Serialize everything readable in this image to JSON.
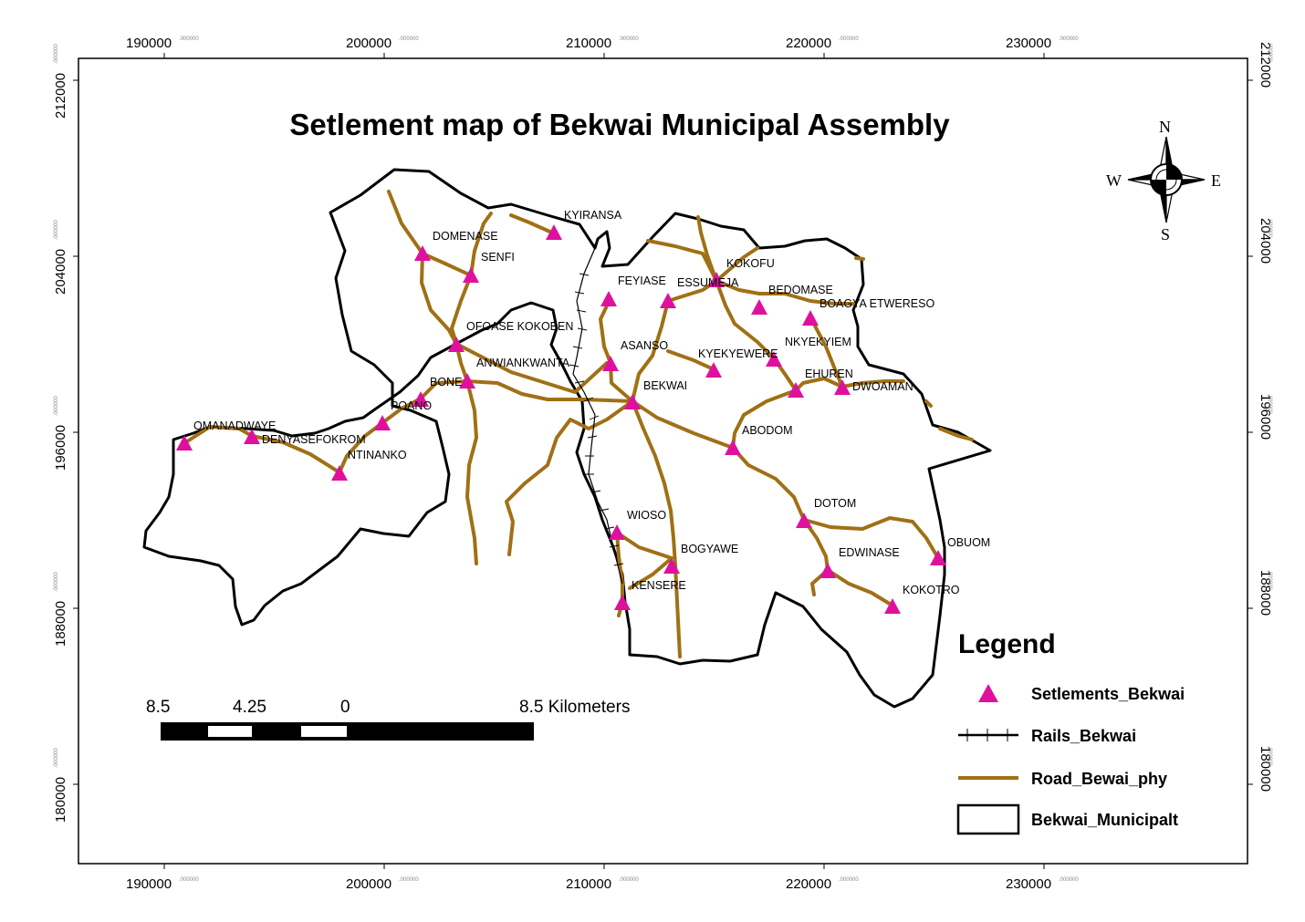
{
  "title": "Setlement map of Bekwai Municipal Assembly",
  "axes": {
    "x_ticks": [
      "190000",
      "200000",
      "210000",
      "220000",
      "230000"
    ],
    "y_ticks": [
      "212000",
      "204000",
      "196000",
      "188000",
      "180000"
    ],
    "tick_suffix": ".000000"
  },
  "compass": {
    "n": "N",
    "s": "S",
    "e": "E",
    "w": "W"
  },
  "settlements": [
    {
      "name": "KYIRANSA"
    },
    {
      "name": "DOMENASE"
    },
    {
      "name": "SENFI"
    },
    {
      "name": "KOKOFU"
    },
    {
      "name": "FEYIASE"
    },
    {
      "name": "ESSUMEJA"
    },
    {
      "name": "BEDOMASE"
    },
    {
      "name": "BOAGYA ETWERESO"
    },
    {
      "name": "OFOASE KOKOBEN"
    },
    {
      "name": "ASANSO"
    },
    {
      "name": "KYEKYEWERE"
    },
    {
      "name": "NKYEKYIEM"
    },
    {
      "name": "ANWIANKWANTA"
    },
    {
      "name": "BONE"
    },
    {
      "name": "EHUREN"
    },
    {
      "name": "DWOAMAN"
    },
    {
      "name": "BEKWAI"
    },
    {
      "name": "POANO"
    },
    {
      "name": "OMANADWAYE"
    },
    {
      "name": "DENYASEFOKROM"
    },
    {
      "name": "ABODOM"
    },
    {
      "name": "NTINANKO"
    },
    {
      "name": "DOTOM"
    },
    {
      "name": "WIOSO"
    },
    {
      "name": "BOGYAWE"
    },
    {
      "name": "OBUOM"
    },
    {
      "name": "EDWINASE"
    },
    {
      "name": "KENSERE"
    },
    {
      "name": "KOKOTRO"
    }
  ],
  "legend": {
    "title": "Legend",
    "items": [
      {
        "label": "Setlements_Bekwai"
      },
      {
        "label": "Rails_Bekwai"
      },
      {
        "label": "Road_Bewai_phy"
      },
      {
        "label": "Bekwai_Municipalt"
      }
    ]
  },
  "scalebar": {
    "labels": [
      "8.5",
      "4.25",
      "0",
      "8.5 Kilometers"
    ]
  },
  "colors": {
    "settlement": "#e0109e",
    "road": "#a07015",
    "boundary": "#000000",
    "rail": "#000000"
  }
}
